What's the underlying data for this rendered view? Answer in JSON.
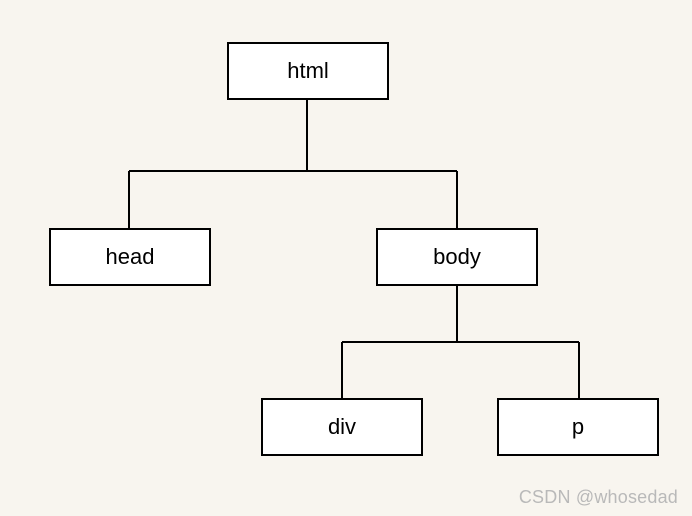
{
  "diagram": {
    "nodes": {
      "html": "html",
      "head": "head",
      "body": "body",
      "div": "div",
      "p": "p"
    },
    "edges": [
      [
        "html",
        "head"
      ],
      [
        "html",
        "body"
      ],
      [
        "body",
        "div"
      ],
      [
        "body",
        "p"
      ]
    ]
  },
  "colors": {
    "background": "#f8f5ef",
    "node_fill": "#ffffff",
    "line": "#000000",
    "watermark": "#b9b9b9"
  },
  "watermark": "CSDN @whosedad"
}
